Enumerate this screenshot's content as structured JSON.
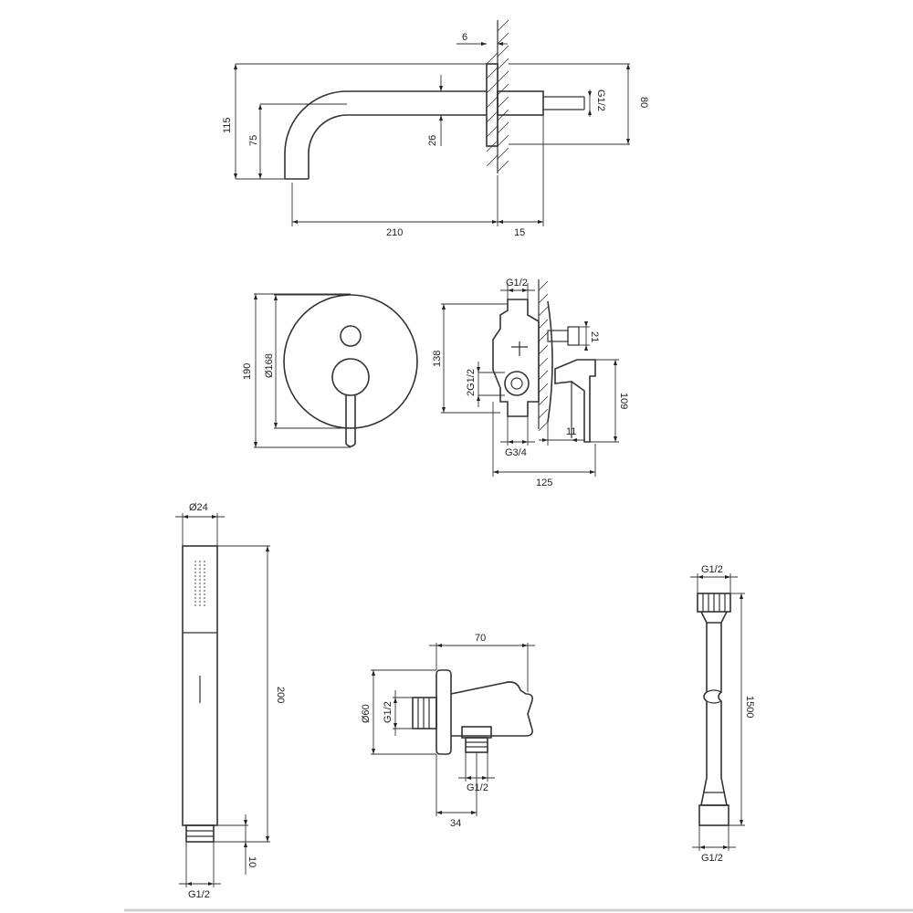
{
  "spout": {
    "dim_wall_6": "6",
    "dim_height_115": "115",
    "dim_height_75": "75",
    "dim_thread_g12": "G1/2",
    "dim_height_80": "80",
    "dim_26": "26",
    "dim_length_210": "210",
    "dim_15": "15"
  },
  "mixer_front": {
    "dim_190": "190",
    "dim_d168": "Ø168"
  },
  "mixer_side": {
    "dim_g12_top": "G1/2",
    "dim_138": "138",
    "dim_21": "21",
    "dim_2g12": "2G1/2",
    "dim_109": "109",
    "dim_11": "11",
    "dim_g34": "G3/4",
    "dim_125": "125"
  },
  "hand_shower": {
    "dim_d24": "Ø24",
    "dim_200": "200",
    "dim_10": "10",
    "dim_g12": "G1/2"
  },
  "wall_outlet": {
    "dim_70": "70",
    "dim_d60": "Ø60",
    "dim_g12_left": "G1/2",
    "dim_g12_bottom": "G1/2",
    "dim_34": "34"
  },
  "hose": {
    "dim_g12_top": "G1/2",
    "dim_1500": "1500",
    "dim_g12_bottom": "G1/2"
  }
}
